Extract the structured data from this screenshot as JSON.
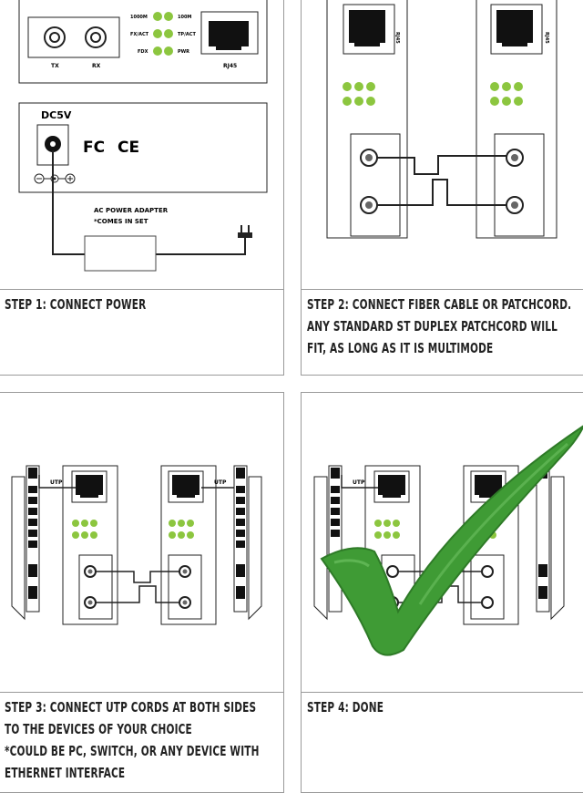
{
  "steps": [
    {
      "id": 1,
      "lines": [
        "STEP 1: CONNECT POWER"
      ]
    },
    {
      "id": 2,
      "lines": [
        "STEP 2: CONNECT FIBER CABLE OR PATCHCORD.",
        "ANY STANDARD ST DUPLEX PATCHCORD WILL",
        "FIT, AS LONG AS IT IS MULTIMODE"
      ]
    },
    {
      "id": 3,
      "lines": [
        "STEP 3: CONNECT UTP CORDS AT BOTH SIDES",
        "TO THE DEVICES OF YOUR CHOICE",
        "*COULD BE PC, SWITCH, OR ANY DEVICE WITH",
        "ETHERNET INTERFACE"
      ]
    },
    {
      "id": 4,
      "lines": [
        "STEP 4: DONE"
      ]
    }
  ],
  "device_labels": {
    "tx": "TX",
    "rx": "RX",
    "led_1000m": "1000M",
    "led_100m": "100M",
    "led_fxact": "FX/ACT",
    "led_tpact": "TP/ACT",
    "led_fdx": "FDX",
    "led_pwr": "PWR",
    "rj45": "RJ45",
    "dc": "DC5V",
    "fc_mark": "FC",
    "ce_mark": "CE",
    "adapter_line1": "AC POWER ADAPTER",
    "adapter_line2": "*COMES IN SET",
    "utp": "UTP"
  },
  "colors": {
    "led": "#8cc63f",
    "check": "#3f9b35",
    "line": "#222222",
    "border": "#9a9a9a"
  }
}
